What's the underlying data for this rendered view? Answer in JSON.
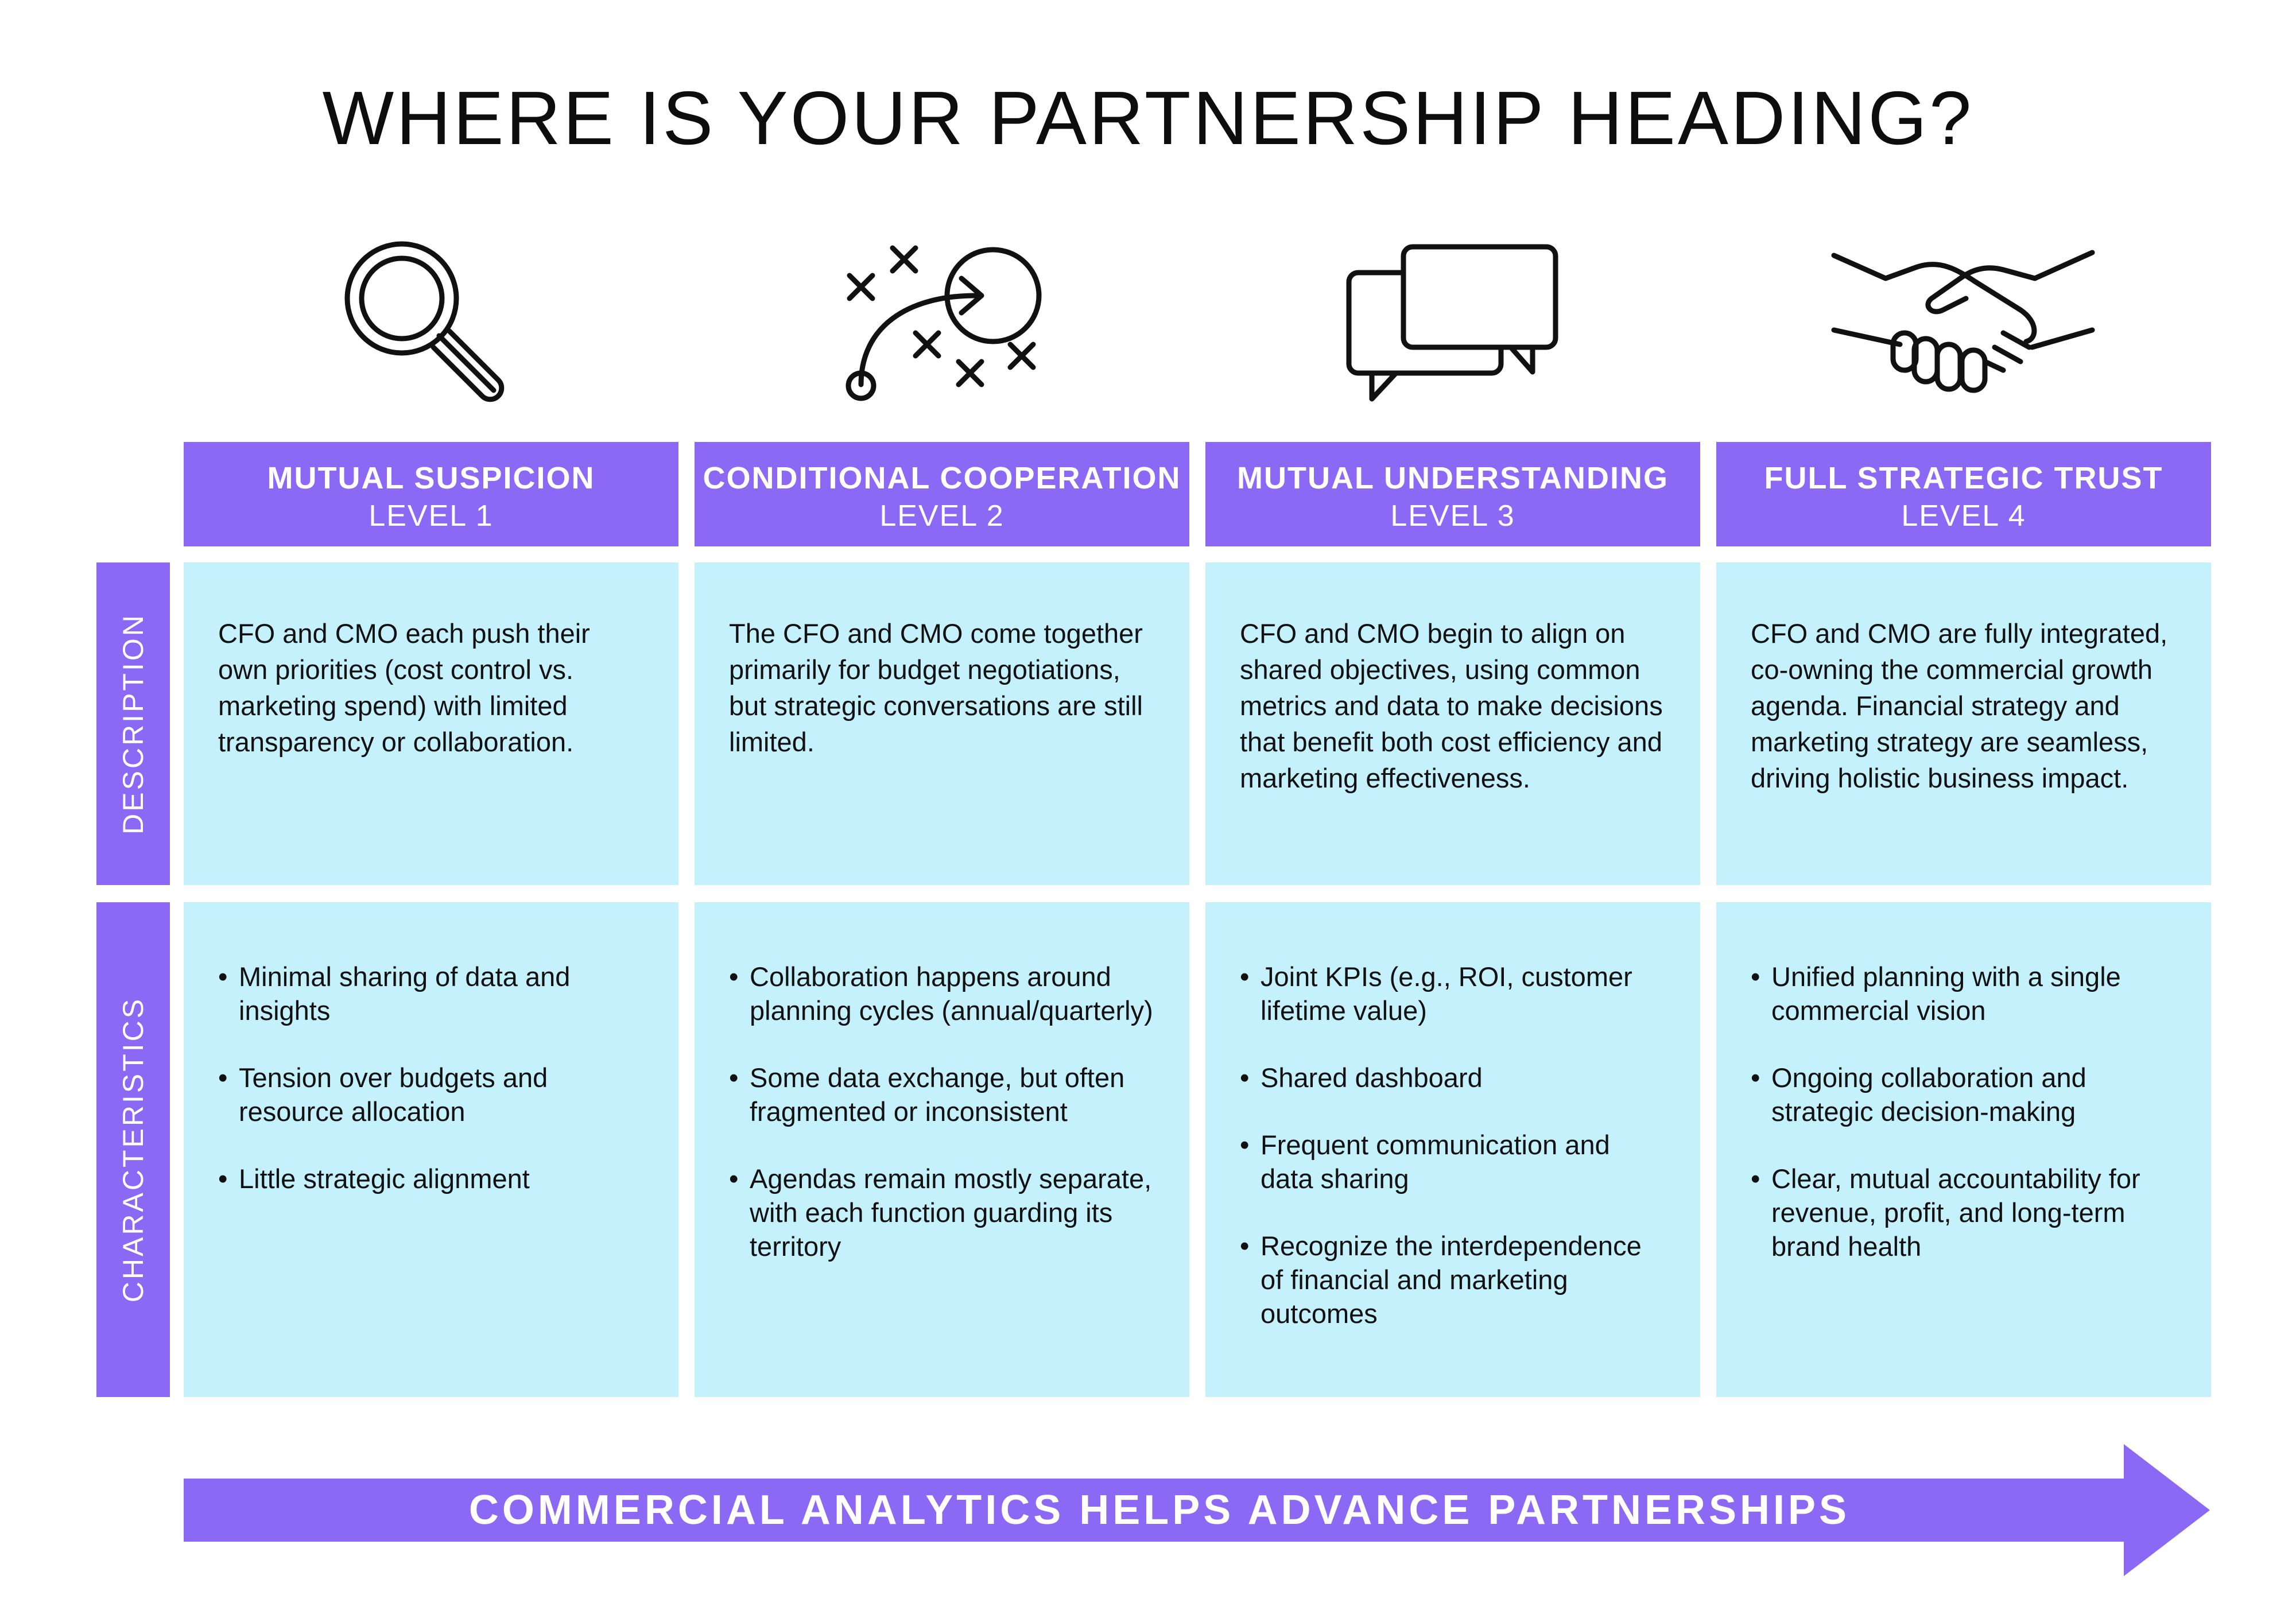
{
  "title": "WHERE IS YOUR PARTNERSHIP HEADING?",
  "colors": {
    "accent": "#8c69f5",
    "cell": "#c5f1fd",
    "text": "#111111"
  },
  "row_labels": {
    "description": "DESCRIPTION",
    "characteristics": "CHARACTERISTICS"
  },
  "levels": [
    {
      "icon": "magnifying-glass-icon",
      "name": "MUTUAL SUSPICION",
      "level": "LEVEL 1",
      "description": "CFO and CMO each push their own priorities (cost control vs. marketing spend) with limited transparency or collaboration.",
      "characteristics": [
        "Minimal sharing of data and insights",
        "Tension over budgets and resource allocation",
        "Little strategic alignment"
      ]
    },
    {
      "icon": "strategy-play-icon",
      "name": "CONDITIONAL COOPERATION",
      "level": "LEVEL 2",
      "description": "The CFO and CMO come together primarily for budget negotiations, but strategic conversations are still limited.",
      "characteristics": [
        "Collaboration happens around planning cycles (annual/quarterly)",
        "Some data exchange, but often fragmented or inconsistent",
        "Agendas remain mostly separate, with each function guarding its territory"
      ]
    },
    {
      "icon": "speech-bubbles-icon",
      "name": "MUTUAL UNDERSTANDING",
      "level": "LEVEL 3",
      "description": "CFO and CMO begin to align on shared objectives, using common metrics and data to make decisions that benefit both cost efficiency and marketing effectiveness.",
      "characteristics": [
        "Joint KPIs (e.g., ROI, customer lifetime value)",
        "Shared dashboard",
        "Frequent communication and data sharing",
        "Recognize the interdependence of financial and marketing outcomes"
      ]
    },
    {
      "icon": "handshake-icon",
      "name": "FULL STRATEGIC TRUST",
      "level": "LEVEL 4",
      "description": "CFO and CMO are fully integrated, co-owning the commercial growth agenda. Financial strategy and marketing strategy are seamless, driving holistic business impact.",
      "characteristics": [
        "Unified planning with a single commercial vision",
        "Ongoing collaboration and strategic decision-making",
        "Clear, mutual accountability for revenue, profit, and long-term brand health"
      ]
    }
  ],
  "footer": "COMMERCIAL ANALYTICS HELPS ADVANCE PARTNERSHIPS"
}
